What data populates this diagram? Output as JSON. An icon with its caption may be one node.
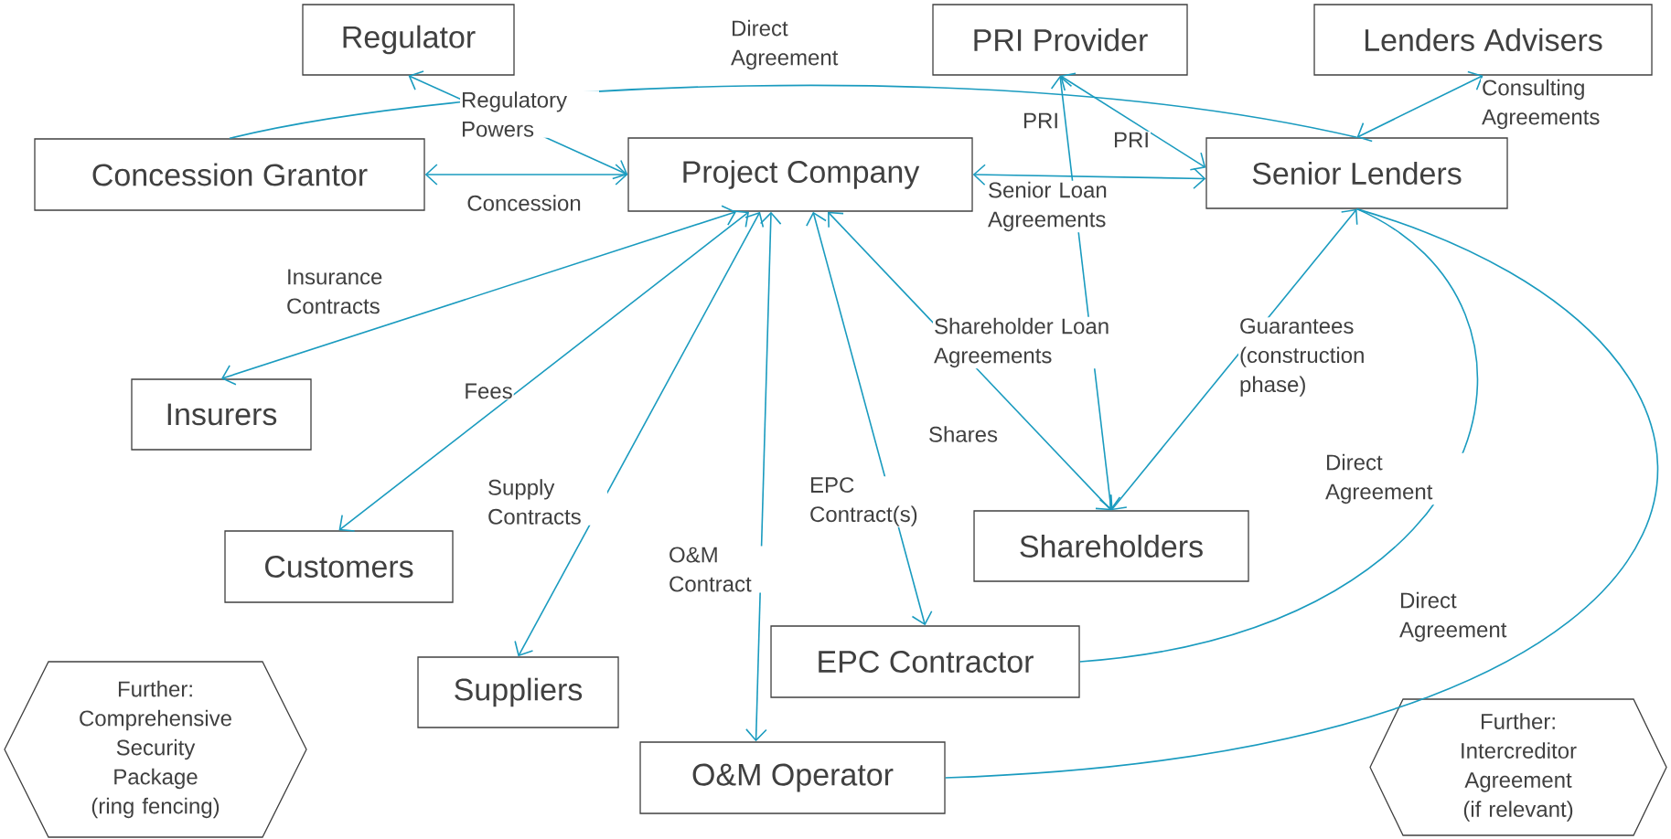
{
  "diagram": {
    "nodes": [
      {
        "text": [
          "Regulator"
        ]
      },
      {
        "text": [
          "PRI Provider"
        ]
      },
      {
        "text": [
          "Lenders Advisers"
        ]
      },
      {
        "text": [
          "Concession Grantor"
        ]
      },
      {
        "text": [
          "Project Company"
        ]
      },
      {
        "text": [
          "Senior Lenders"
        ]
      },
      {
        "text": [
          "Insurers"
        ]
      },
      {
        "text": [
          "Customers"
        ]
      },
      {
        "text": [
          "Shareholders"
        ]
      },
      {
        "text": [
          "Suppliers"
        ]
      },
      {
        "text": [
          "EPC Contractor"
        ]
      },
      {
        "text": [
          "O&M Operator"
        ]
      },
      {
        "text": [
          "Further: Comprehensive Security Package (ring fencing)"
        ]
      },
      {
        "text": [
          "Further: Intercreditor Agreement (if relevant)"
        ]
      }
    ],
    "edges": [
      {
        "from": 0,
        "to": 4,
        "arrow": "both",
        "label": "Regulatory Powers"
      },
      {
        "from": 3,
        "to": 4,
        "arrow": "both",
        "label": "Concession"
      },
      {
        "from": 3,
        "to": 5,
        "arrow": "none",
        "label": "Direct Agreement"
      },
      {
        "from": 4,
        "to": 5,
        "arrow": "both",
        "label": "Senior Loan Agreements"
      },
      {
        "from": 1,
        "to": 5,
        "arrow": "both",
        "label": "PRI"
      },
      {
        "from": 1,
        "to": 8,
        "arrow": "both",
        "label": "PRI"
      },
      {
        "from": 2,
        "to": 5,
        "arrow": "both",
        "label": "Consulting Agreements"
      },
      {
        "from": 4,
        "to": 6,
        "arrow": "both",
        "label": "Insurance Contracts"
      },
      {
        "from": 4,
        "to": 7,
        "arrow": "both",
        "label": "Fees"
      },
      {
        "from": 4,
        "to": 9,
        "arrow": "both",
        "label": "Supply Contracts"
      },
      {
        "from": 4,
        "to": 11,
        "arrow": "both",
        "label": "O&M Contract"
      },
      {
        "from": 4,
        "to": 10,
        "arrow": "both",
        "label": "EPC Contract(s)"
      },
      {
        "from": 4,
        "to": 8,
        "arrow": "both",
        "label": "Shareholder Loan Agreements"
      },
      {
        "from": 5,
        "to": 8,
        "arrow": "both",
        "label": "Guarantees (construction phase)"
      },
      {
        "from": 5,
        "to": 10,
        "arrow": "none",
        "label": "Direct Agreement"
      },
      {
        "from": 5,
        "to": 11,
        "arrow": "none",
        "label": "Direct Agreement"
      }
    ],
    "labels": [
      "Shares"
    ]
  }
}
